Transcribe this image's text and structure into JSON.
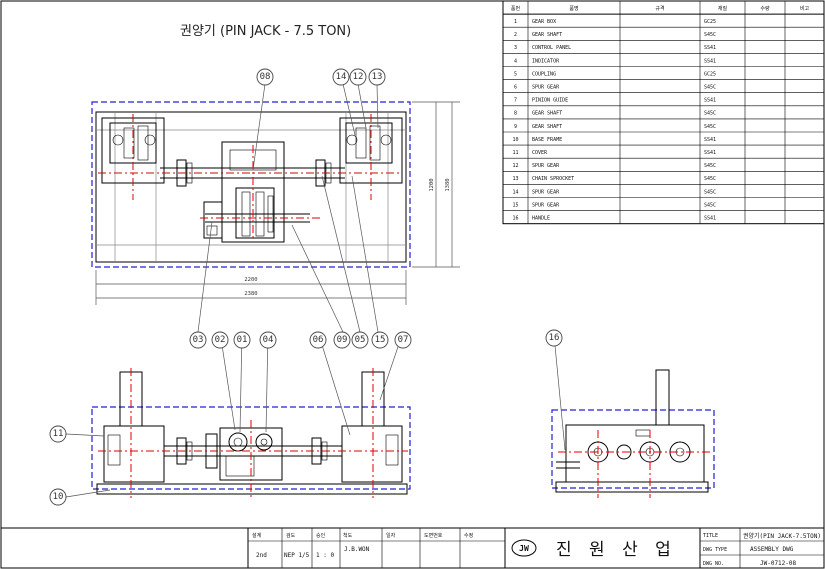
{
  "drawing": {
    "title": "권양기 (PIN JACK -  7.5 TON)"
  },
  "dimensions": {
    "overall_width": "2200",
    "overall_width2": "2380",
    "overall_height": "1200",
    "overall_height2": "1380"
  },
  "parts_table": {
    "headers": [
      "품번",
      "품명",
      "규격",
      "재질",
      "수량",
      "비고"
    ],
    "rows": [
      [
        "1",
        "GEAR BOX",
        "",
        "GC25",
        "",
        ""
      ],
      [
        "2",
        "GEAR SHAFT",
        "",
        "S45C",
        "",
        ""
      ],
      [
        "3",
        "CONTROL PANEL",
        "",
        "SS41",
        "",
        ""
      ],
      [
        "4",
        "INDICATOR",
        "",
        "SS41",
        "",
        ""
      ],
      [
        "5",
        "COUPLING",
        "",
        "GC25",
        "",
        ""
      ],
      [
        "6",
        "SPUR GEAR",
        "",
        "S45C",
        "",
        ""
      ],
      [
        "7",
        "PINION GUIDE",
        "",
        "SS41",
        "",
        ""
      ],
      [
        "8",
        "GEAR SHAFT",
        "",
        "S45C",
        "",
        ""
      ],
      [
        "9",
        "GEAR SHAFT",
        "",
        "S45C",
        "",
        ""
      ],
      [
        "10",
        "BASE FRAME",
        "",
        "SS41",
        "",
        ""
      ],
      [
        "11",
        "COVER",
        "",
        "SS41",
        "",
        ""
      ],
      [
        "12",
        "SPUR GEAR",
        "",
        "S45C",
        "",
        ""
      ],
      [
        "13",
        "CHAIN SPROCKET",
        "",
        "S45C",
        "",
        ""
      ],
      [
        "14",
        "SPUR GEAR",
        "",
        "S45C",
        "",
        ""
      ],
      [
        "15",
        "SPUR GEAR",
        "",
        "S45C",
        "",
        ""
      ],
      [
        "16",
        "HANDLE",
        "",
        "SS41",
        "",
        ""
      ]
    ]
  },
  "balloons": {
    "b08": "08",
    "b14": "14",
    "b12": "12",
    "b13": "13",
    "b03": "03",
    "b02": "02",
    "b01": "01",
    "b04": "04",
    "b06": "06",
    "b09": "09",
    "b05": "05",
    "b15": "15",
    "b07": "07",
    "b11": "11",
    "b10": "10",
    "b16": "16"
  },
  "title_block": {
    "h_designed": "설계",
    "h_checked": "검도",
    "h_approved": "승인",
    "h_scale": "척도",
    "h_date": "일자",
    "h_dwg": "도면번호",
    "h_rev": "수정",
    "designed": "2nd",
    "checked": "NEP 1/5",
    "approved": "1 : 0",
    "drawn_by": "J.B.WON",
    "company": "진 원 산 업",
    "logo": "JW",
    "l_title": "TITLE",
    "v_title": "권양기(PIN JACK-7.5TON)",
    "l_type": "DWG TYPE",
    "v_type": "ASSEMBLY DWG",
    "l_no": "DWG NO.",
    "v_no": "JW-0712-08"
  }
}
